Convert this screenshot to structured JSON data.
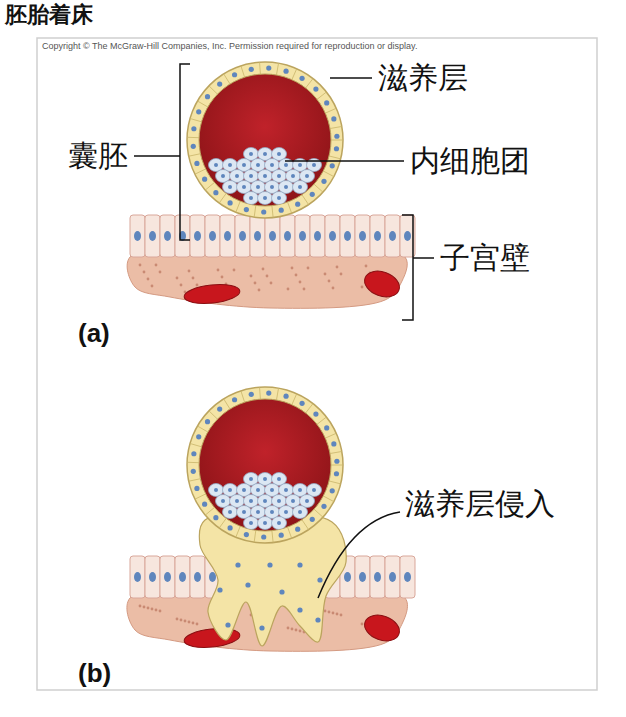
{
  "diagram": {
    "title": "胚胎着床",
    "labels": [
      "Copyright © The McGraw-Hill Companies, Inc. Permission required for reproduction or display.",
      "滋养层",
      "囊胚",
      "内细胞团",
      "子宫壁",
      "(a)",
      "滋养层侵入",
      "(b)"
    ]
  }
}
